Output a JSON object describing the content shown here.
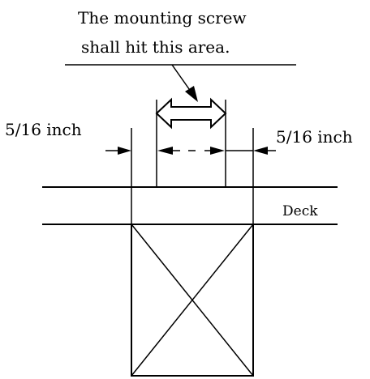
{
  "annotation": {
    "line1": "The mounting screw",
    "line2": "shall hit this area."
  },
  "labels": {
    "left_dimension": "5/16 inch",
    "right_dimension": "5/16 inch",
    "deck": "Deck"
  }
}
